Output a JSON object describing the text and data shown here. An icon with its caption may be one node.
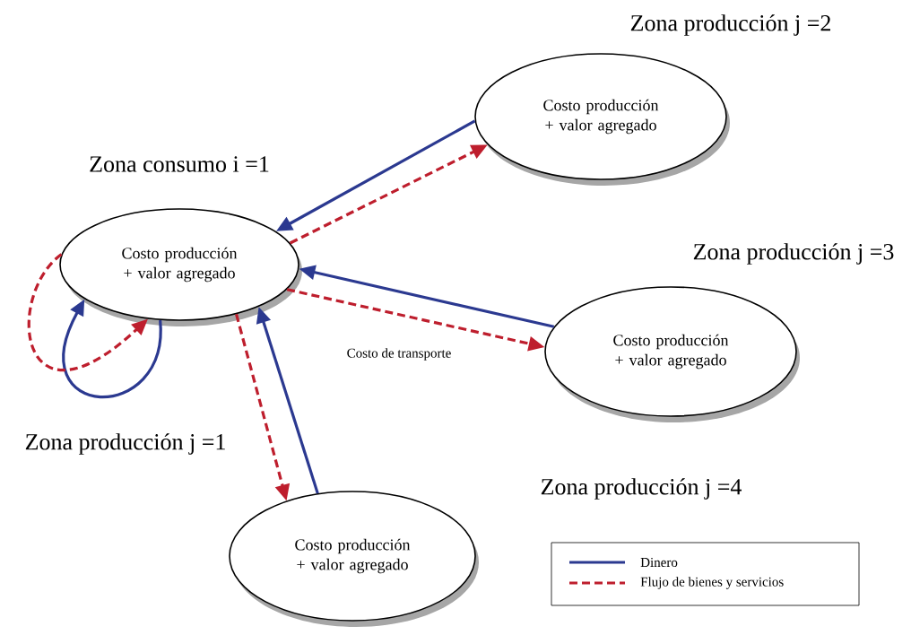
{
  "diagram": {
    "nodes": [
      {
        "text": [
          "Zona consumo i =1",
          "Costo producción + valor agregado"
        ]
      },
      {
        "text": [
          "Zona producción j =2",
          "Costo producción + valor agregado"
        ]
      },
      {
        "text": [
          "Zona producción j =3",
          "Costo producción + valor agregado"
        ]
      },
      {
        "text": [
          "Zona producción j =4",
          "Costo producción + valor agregado"
        ]
      }
    ],
    "edges": [
      {
        "from": 0,
        "to": 0,
        "arrow": "to",
        "color": "#2b3990"
      },
      {
        "from": 0,
        "to": 0,
        "arrow": "to",
        "style": "dashed",
        "color": "#be1e2d"
      },
      {
        "from": 1,
        "to": 0,
        "arrow": "to",
        "color": "#2b3990"
      },
      {
        "from": 0,
        "to": 1,
        "arrow": "to",
        "style": "dashed",
        "color": "#be1e2d"
      },
      {
        "from": 2,
        "to": 0,
        "arrow": "to",
        "color": "#2b3990"
      },
      {
        "from": 0,
        "to": 2,
        "arrow": "to",
        "style": "dashed",
        "color": "#be1e2d"
      },
      {
        "from": 3,
        "to": 0,
        "arrow": "to",
        "color": "#2b3990"
      },
      {
        "from": 0,
        "to": 3,
        "arrow": "to",
        "style": "dashed",
        "color": "#be1e2d"
      }
    ],
    "labels": [
      "Costo de transporte",
      "Zona producción j =1"
    ],
    "legend": [
      {
        "text": "Dinero"
      },
      {
        "text": "Flujo de bienes y servicios"
      }
    ]
  }
}
